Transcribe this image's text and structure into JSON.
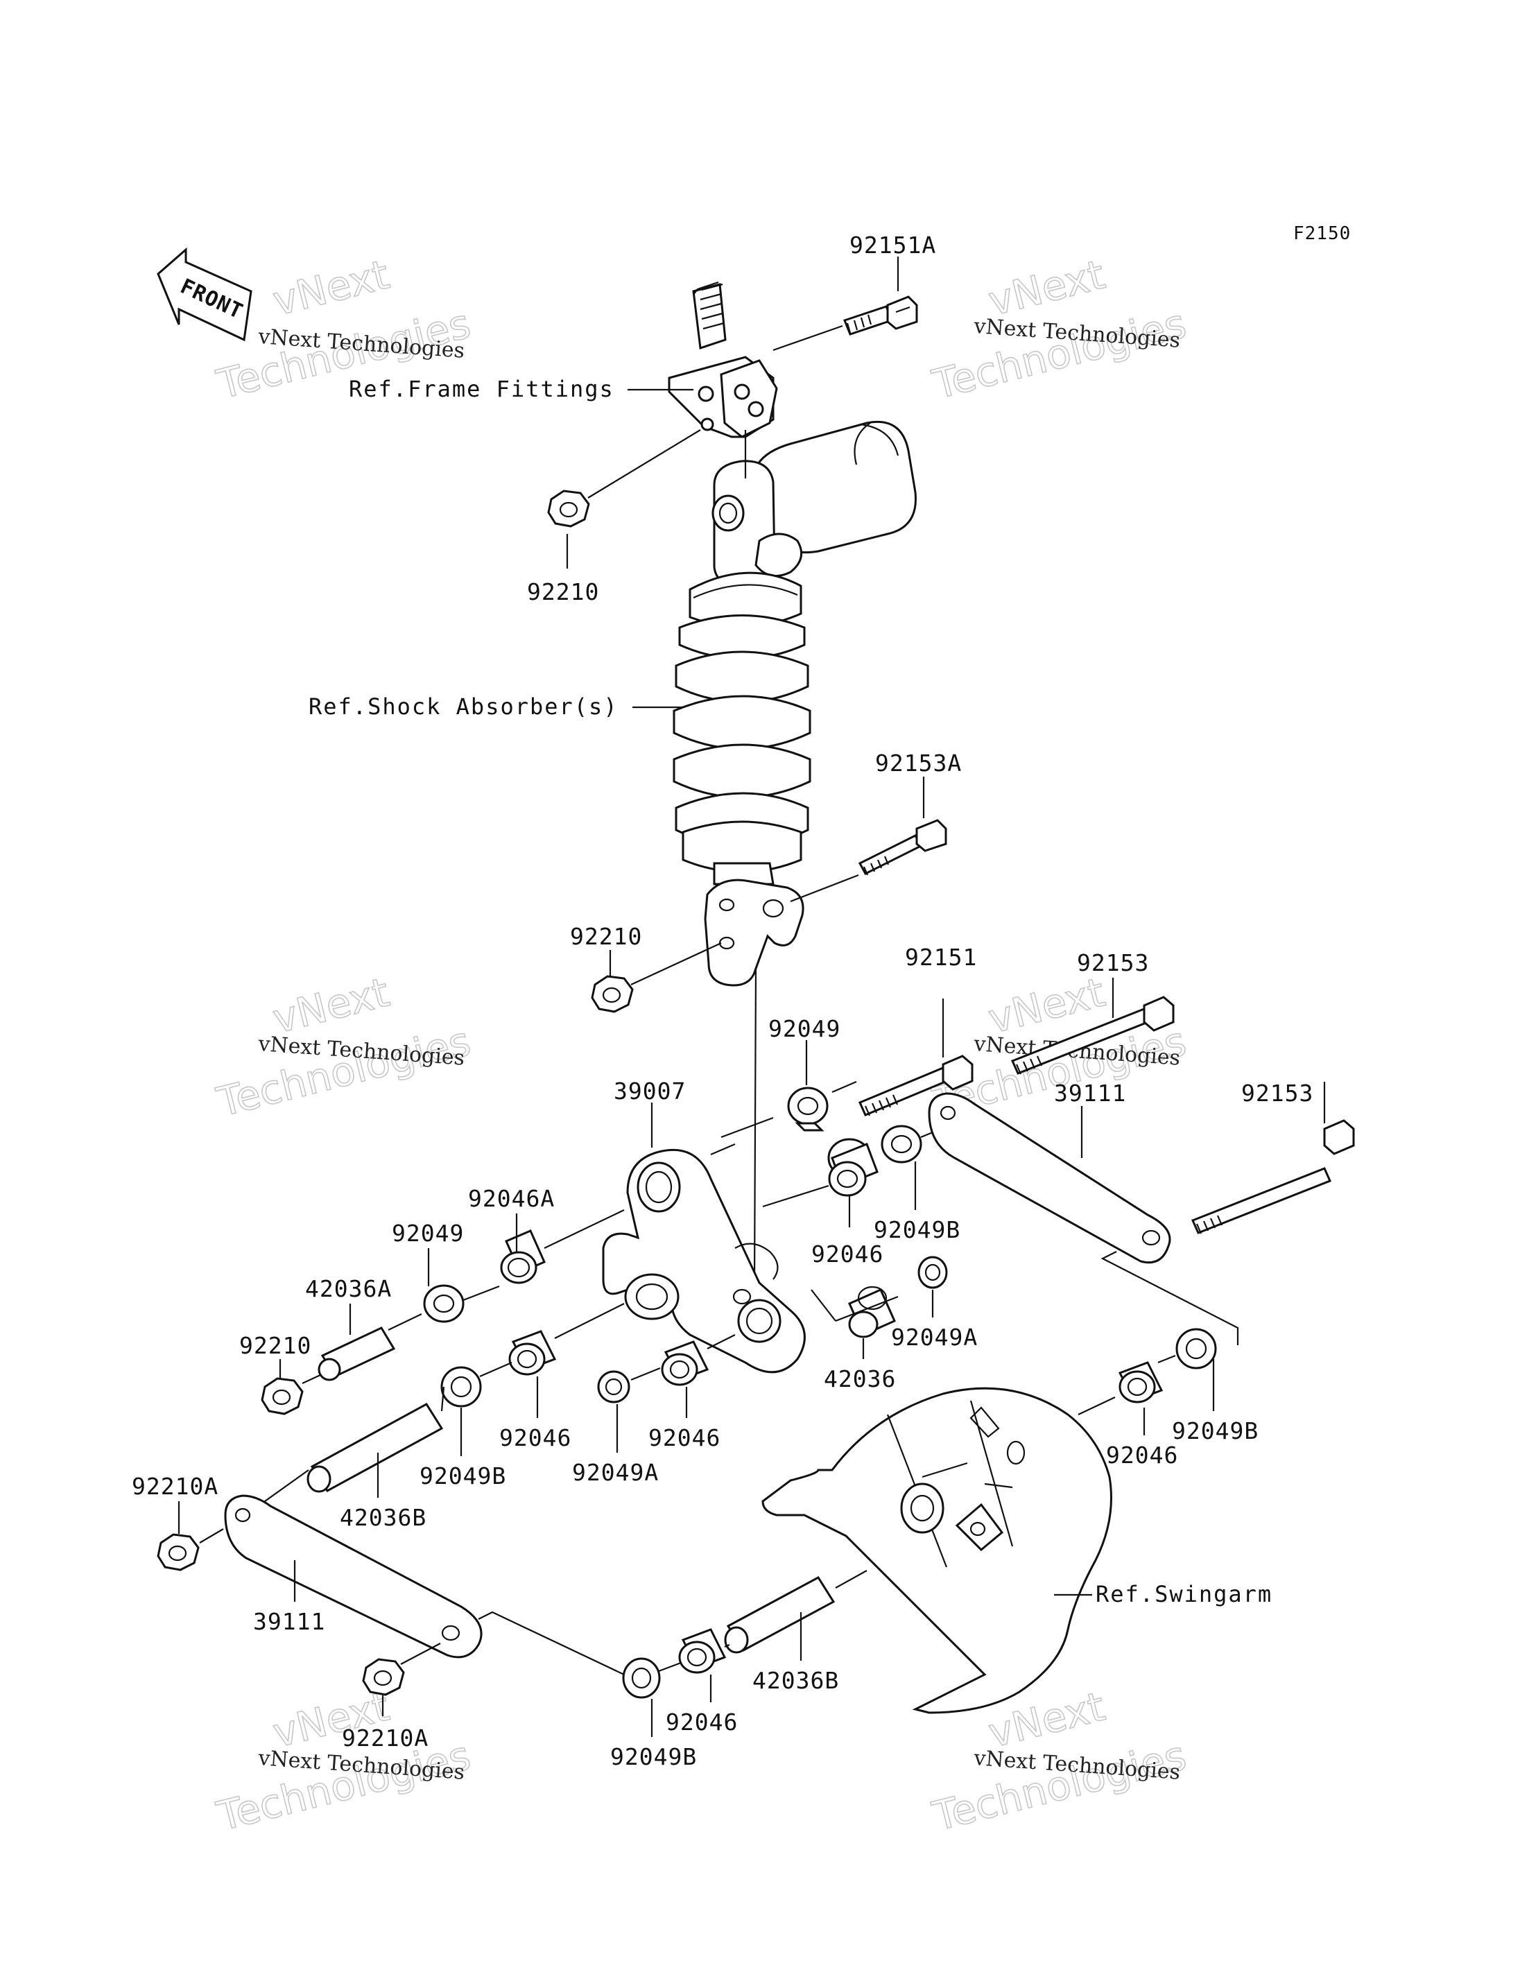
{
  "diagram": {
    "code": "F2150",
    "front_label": "FRONT",
    "refs": {
      "frame": "Ref.Frame Fittings",
      "shock": "Ref.Shock Absorber(s)",
      "swingarm": "Ref.Swingarm"
    },
    "labels": {
      "p92151A": "92151A",
      "p92210_top": "92210",
      "p92153A": "92153A",
      "p92210_mid": "92210",
      "p92151": "92151",
      "p92153_a": "92153",
      "p92049_top": "92049",
      "p39007": "39007",
      "p39111_r": "39111",
      "p92153_b": "92153",
      "p92046A": "92046A",
      "p92049B_a": "92049B",
      "p92046_a": "92046",
      "p92049_l": "92049",
      "p42036A": "42036A",
      "p92049A_a": "92049A",
      "p92210_l": "92210",
      "p42036": "42036",
      "p92046_b": "92046",
      "p92046_c": "92046",
      "p92049B_b": "92049B",
      "p92046_d": "92046",
      "p92049A_b": "92049A",
      "p92049B_c": "92049B",
      "p92210A_a": "92210A",
      "p42036B_a": "42036B",
      "p39111_l": "39111",
      "p42036B_b": "42036B",
      "p92046_e": "92046",
      "p92210A_b": "92210A",
      "p92049B_d": "92049B"
    },
    "watermark": {
      "line1": "vNext Technologies",
      "line2": "vNext",
      "line3": "Technologies"
    }
  }
}
